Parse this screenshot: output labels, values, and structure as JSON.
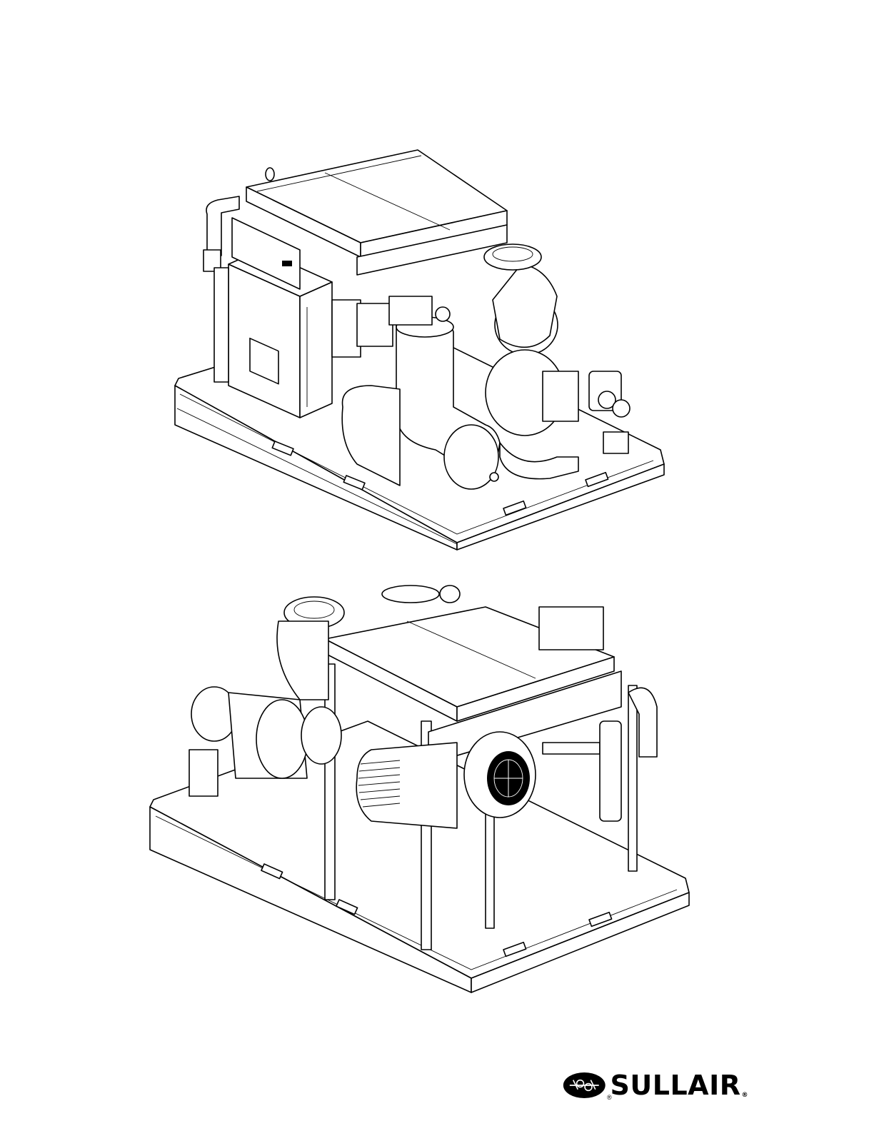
{
  "figures": [
    {
      "name": "compressor-package-front-view"
    },
    {
      "name": "compressor-package-rear-view"
    }
  ],
  "logo": {
    "text": "SULLAIR",
    "registered": "®"
  },
  "colors": {
    "ink": "#000000",
    "paper": "#ffffff"
  }
}
